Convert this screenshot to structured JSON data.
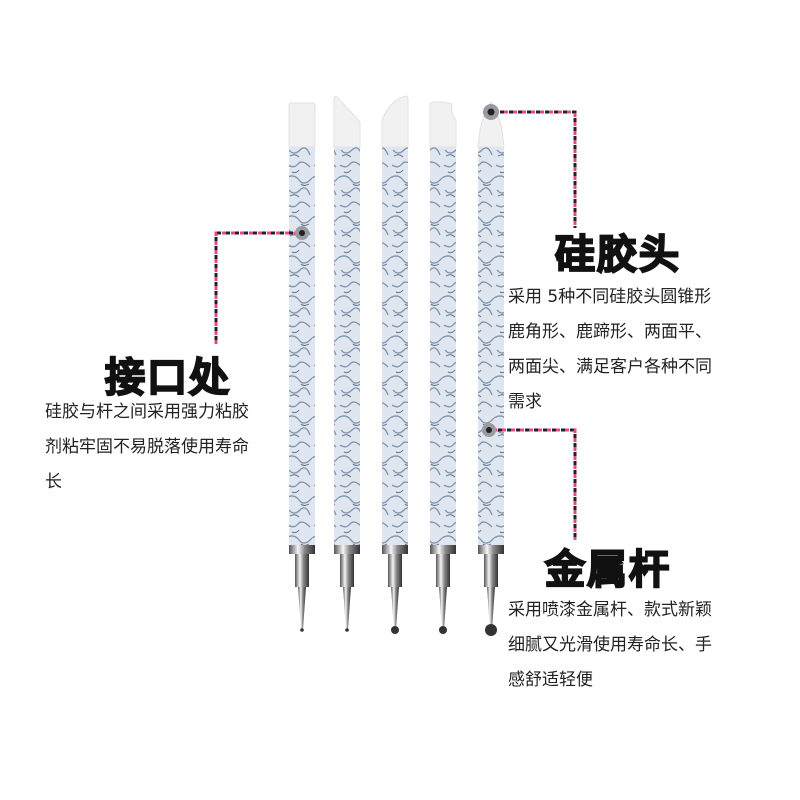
{
  "callouts": {
    "joint": {
      "title": "接口处",
      "lines": [
        "硅胶与杆之间采用强力粘胶",
        "剂粘牢固不易脱落使用寿命",
        "长"
      ]
    },
    "silicone_head": {
      "title": "硅胶头",
      "lines": [
        "采用 5种不同硅胶头圆锥形",
        "鹿角形、鹿蹄形、两面平、",
        "两面尖、满足客户各种不同",
        "需求"
      ]
    },
    "metal_rod": {
      "title": "金属杆",
      "lines": [
        "采用喷漆金属杆、款式新颖",
        "细腻又光滑使用寿命长、手",
        "感舒适轻便"
      ]
    }
  },
  "colors": {
    "line_dark": "#222222",
    "line_pink": "#e8458f",
    "dot": "#9a9aa0",
    "marble": "#c9d3e0"
  },
  "pens": [
    {
      "tip": "flat"
    },
    {
      "tip": "angled"
    },
    {
      "tip": "rounded-chisel"
    },
    {
      "tip": "notched"
    },
    {
      "tip": "cone"
    }
  ]
}
